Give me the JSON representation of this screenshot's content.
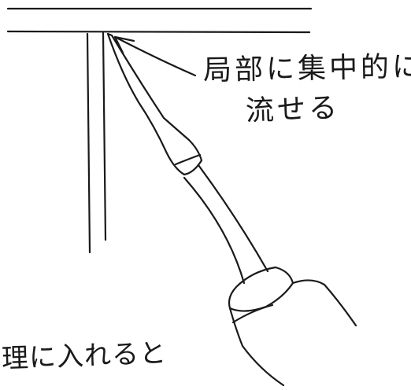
{
  "annotation": {
    "line1": "局部に集中的に",
    "line2": "流せる"
  },
  "bottom_note": "理に入れると",
  "colors": {
    "ink": "#1a1a1a",
    "paper": "#ffffff"
  }
}
